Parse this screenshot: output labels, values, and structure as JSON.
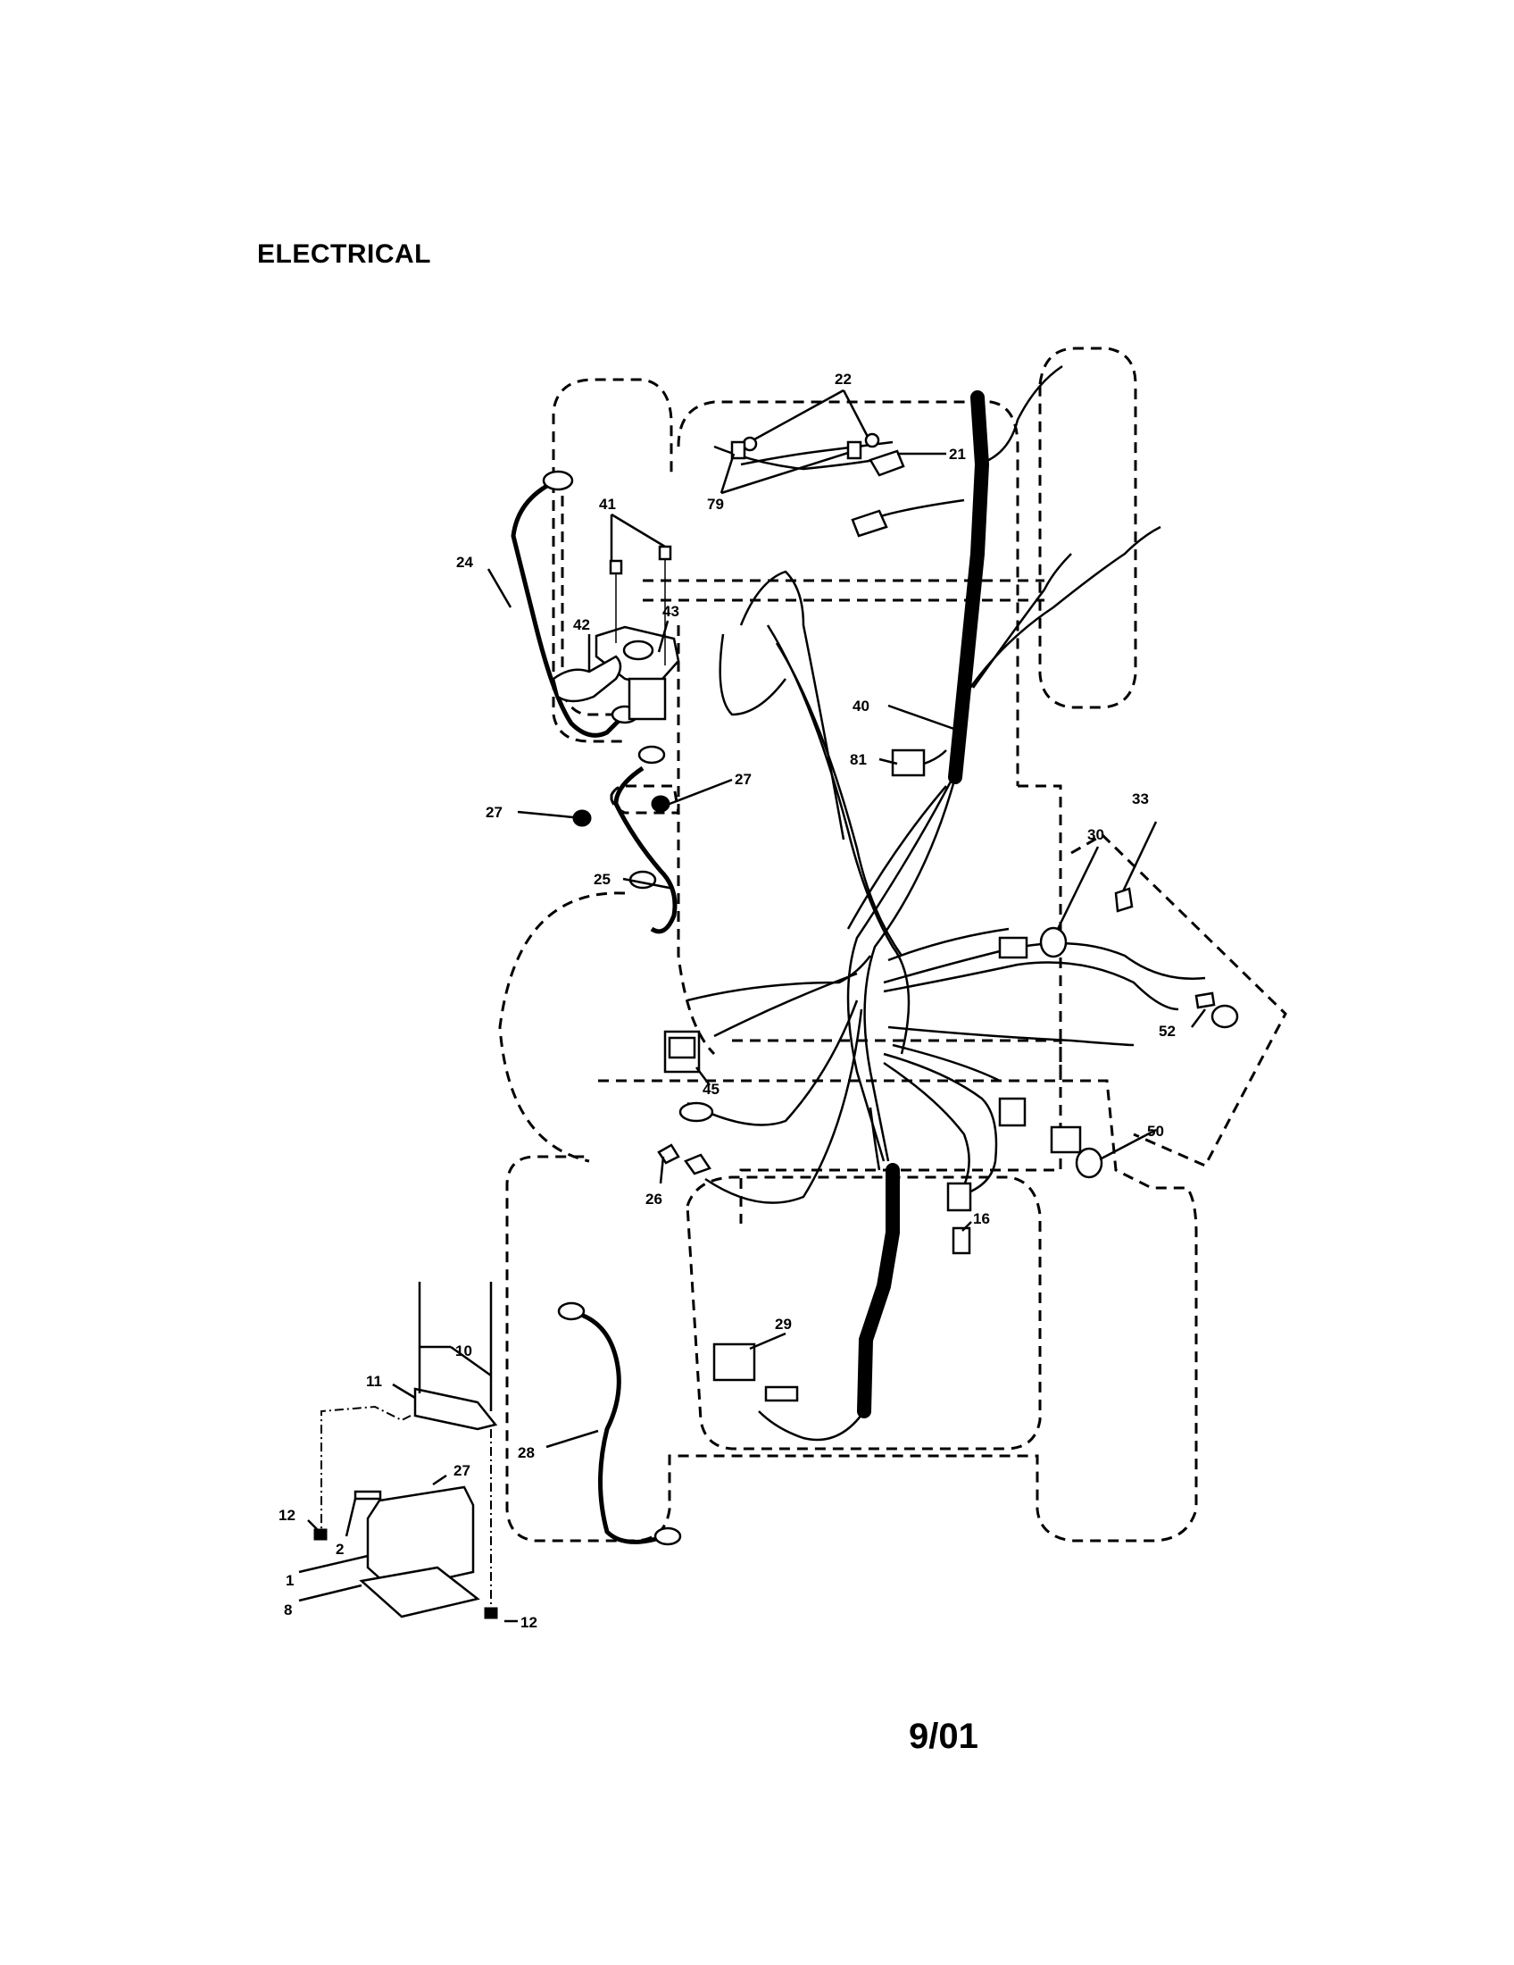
{
  "page": {
    "title": "ELECTRICAL",
    "date_code": "9/01"
  },
  "callouts": [
    {
      "id": "c22",
      "label": "22"
    },
    {
      "id": "c21",
      "label": "21"
    },
    {
      "id": "c79",
      "label": "79"
    },
    {
      "id": "c41",
      "label": "41"
    },
    {
      "id": "c24",
      "label": "24"
    },
    {
      "id": "c42",
      "label": "42"
    },
    {
      "id": "c43",
      "label": "43"
    },
    {
      "id": "c40",
      "label": "40"
    },
    {
      "id": "c81",
      "label": "81"
    },
    {
      "id": "c27a",
      "label": "27"
    },
    {
      "id": "c27b",
      "label": "27"
    },
    {
      "id": "c25",
      "label": "25"
    },
    {
      "id": "c33",
      "label": "33"
    },
    {
      "id": "c30",
      "label": "30"
    },
    {
      "id": "c52",
      "label": "52"
    },
    {
      "id": "c45",
      "label": "45"
    },
    {
      "id": "c50",
      "label": "50"
    },
    {
      "id": "c26",
      "label": "26"
    },
    {
      "id": "c16",
      "label": "16"
    },
    {
      "id": "c29",
      "label": "29"
    },
    {
      "id": "c10",
      "label": "10"
    },
    {
      "id": "c11",
      "label": "11"
    },
    {
      "id": "c27c",
      "label": "27"
    },
    {
      "id": "c28",
      "label": "28"
    },
    {
      "id": "c12a",
      "label": "12"
    },
    {
      "id": "c2",
      "label": "2"
    },
    {
      "id": "c1",
      "label": "1"
    },
    {
      "id": "c8",
      "label": "8"
    },
    {
      "id": "c12b",
      "label": "12"
    }
  ]
}
